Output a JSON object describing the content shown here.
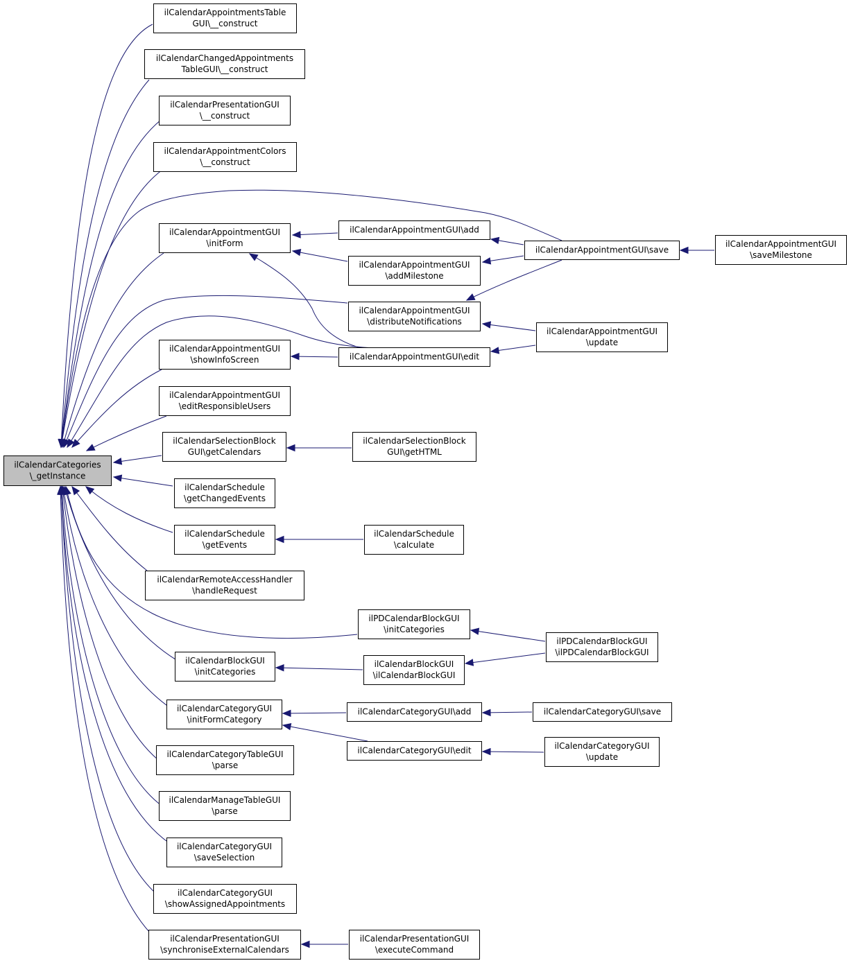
{
  "nodes": [
    {
      "id": "root",
      "lines": [
        "ilCalendarCategories",
        "\\_getInstance"
      ],
      "root": true
    },
    {
      "id": "n1",
      "lines": [
        "ilCalendarAppointmentsTable",
        "GUI\\__construct"
      ]
    },
    {
      "id": "n2",
      "lines": [
        "ilCalendarChangedAppointments",
        "TableGUI\\__construct"
      ]
    },
    {
      "id": "n3",
      "lines": [
        "ilCalendarPresentationGUI",
        "\\__construct"
      ]
    },
    {
      "id": "n4",
      "lines": [
        "ilCalendarAppointmentColors",
        "\\__construct"
      ]
    },
    {
      "id": "n5",
      "lines": [
        "ilCalendarAppointmentGUI",
        "\\initForm"
      ]
    },
    {
      "id": "n6",
      "lines": [
        "ilCalendarAppointmentGUI\\add"
      ]
    },
    {
      "id": "n7",
      "lines": [
        "ilCalendarAppointmentGUI",
        "\\addMilestone"
      ]
    },
    {
      "id": "n8",
      "lines": [
        "ilCalendarAppointmentGUI\\save"
      ]
    },
    {
      "id": "n9",
      "lines": [
        "ilCalendarAppointmentGUI",
        "\\saveMilestone"
      ]
    },
    {
      "id": "n10",
      "lines": [
        "ilCalendarAppointmentGUI",
        "\\distributeNotifications"
      ]
    },
    {
      "id": "n11",
      "lines": [
        "ilCalendarAppointmentGUI",
        "\\update"
      ]
    },
    {
      "id": "n12",
      "lines": [
        "ilCalendarAppointmentGUI",
        "\\showInfoScreen"
      ]
    },
    {
      "id": "n13",
      "lines": [
        "ilCalendarAppointmentGUI\\edit"
      ]
    },
    {
      "id": "n14",
      "lines": [
        "ilCalendarAppointmentGUI",
        "\\editResponsibleUsers"
      ]
    },
    {
      "id": "n15",
      "lines": [
        "ilCalendarSelectionBlock",
        "GUI\\getCalendars"
      ]
    },
    {
      "id": "n16",
      "lines": [
        "ilCalendarSelectionBlock",
        "GUI\\getHTML"
      ]
    },
    {
      "id": "n17",
      "lines": [
        "ilCalendarSchedule",
        "\\getChangedEvents"
      ]
    },
    {
      "id": "n18",
      "lines": [
        "ilCalendarSchedule",
        "\\getEvents"
      ]
    },
    {
      "id": "n19",
      "lines": [
        "ilCalendarSchedule",
        "\\calculate"
      ]
    },
    {
      "id": "n20",
      "lines": [
        "ilCalendarRemoteAccessHandler",
        "\\handleRequest"
      ]
    },
    {
      "id": "n21",
      "lines": [
        "ilPDCalendarBlockGUI",
        "\\initCategories"
      ]
    },
    {
      "id": "n22",
      "lines": [
        "ilPDCalendarBlockGUI",
        "\\ilPDCalendarBlockGUI"
      ]
    },
    {
      "id": "n23",
      "lines": [
        "ilCalendarBlockGUI",
        "\\initCategories"
      ]
    },
    {
      "id": "n24",
      "lines": [
        "ilCalendarBlockGUI",
        "\\ilCalendarBlockGUI"
      ]
    },
    {
      "id": "n25",
      "lines": [
        "ilCalendarCategoryGUI",
        "\\initFormCategory"
      ]
    },
    {
      "id": "n26",
      "lines": [
        "ilCalendarCategoryGUI\\add"
      ]
    },
    {
      "id": "n27",
      "lines": [
        "ilCalendarCategoryGUI\\save"
      ]
    },
    {
      "id": "n28",
      "lines": [
        "ilCalendarCategoryGUI\\edit"
      ]
    },
    {
      "id": "n29",
      "lines": [
        "ilCalendarCategoryGUI",
        "\\update"
      ]
    },
    {
      "id": "n30",
      "lines": [
        "ilCalendarCategoryTableGUI",
        "\\parse"
      ]
    },
    {
      "id": "n31",
      "lines": [
        "ilCalendarManageTableGUI",
        "\\parse"
      ]
    },
    {
      "id": "n32",
      "lines": [
        "ilCalendarCategoryGUI",
        "\\saveSelection"
      ]
    },
    {
      "id": "n33",
      "lines": [
        "ilCalendarCategoryGUI",
        "\\showAssignedAppointments"
      ]
    },
    {
      "id": "n34",
      "lines": [
        "ilCalendarPresentationGUI",
        "\\synchroniseExternalCalendars"
      ]
    },
    {
      "id": "n35",
      "lines": [
        "ilCalendarPresentationGUI",
        "\\executeCommand"
      ]
    }
  ],
  "edges": [
    {
      "from": "n1",
      "to": "root"
    },
    {
      "from": "n2",
      "to": "root"
    },
    {
      "from": "n3",
      "to": "root"
    },
    {
      "from": "n4",
      "to": "root"
    },
    {
      "from": "n8",
      "to": "root"
    },
    {
      "from": "n5",
      "to": "root"
    },
    {
      "from": "n10",
      "to": "root"
    },
    {
      "from": "n13",
      "to": "root"
    },
    {
      "from": "n12",
      "to": "root"
    },
    {
      "from": "n14",
      "to": "root"
    },
    {
      "from": "n15",
      "to": "root"
    },
    {
      "from": "n17",
      "to": "root"
    },
    {
      "from": "n18",
      "to": "root"
    },
    {
      "from": "n20",
      "to": "root"
    },
    {
      "from": "n21",
      "to": "root"
    },
    {
      "from": "n23",
      "to": "root"
    },
    {
      "from": "n25",
      "to": "root"
    },
    {
      "from": "n30",
      "to": "root"
    },
    {
      "from": "n31",
      "to": "root"
    },
    {
      "from": "n32",
      "to": "root"
    },
    {
      "from": "n33",
      "to": "root"
    },
    {
      "from": "n34",
      "to": "root"
    },
    {
      "from": "n6",
      "to": "n5"
    },
    {
      "from": "n7",
      "to": "n5"
    },
    {
      "from": "n13",
      "to": "n5"
    },
    {
      "from": "n8",
      "to": "n6"
    },
    {
      "from": "n8",
      "to": "n7"
    },
    {
      "from": "n9",
      "to": "n8"
    },
    {
      "from": "n8",
      "to": "n10"
    },
    {
      "from": "n11",
      "to": "n10"
    },
    {
      "from": "n11",
      "to": "n13"
    },
    {
      "from": "n13",
      "to": "n12"
    },
    {
      "from": "n16",
      "to": "n15"
    },
    {
      "from": "n19",
      "to": "n18"
    },
    {
      "from": "n22",
      "to": "n21"
    },
    {
      "from": "n22",
      "to": "n24"
    },
    {
      "from": "n24",
      "to": "n23"
    },
    {
      "from": "n26",
      "to": "n25"
    },
    {
      "from": "n28",
      "to": "n25"
    },
    {
      "from": "n27",
      "to": "n26"
    },
    {
      "from": "n29",
      "to": "n28"
    },
    {
      "from": "n35",
      "to": "n34"
    }
  ]
}
